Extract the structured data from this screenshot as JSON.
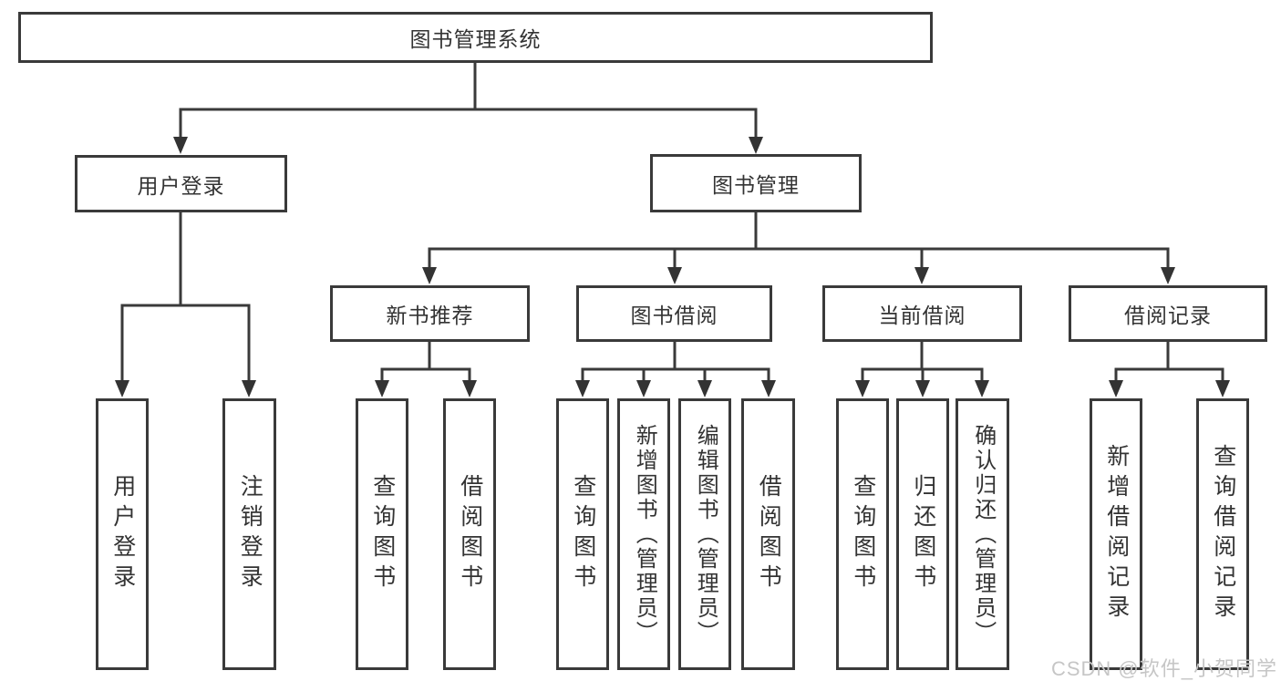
{
  "tree": {
    "label": "图书管理系统",
    "children": [
      {
        "label": "用户登录",
        "children": [
          {
            "label": "用户登录"
          },
          {
            "label": "注销登录"
          }
        ]
      },
      {
        "label": "图书管理",
        "children": [
          {
            "label": "新书推荐",
            "children": [
              {
                "label": "查询图书"
              },
              {
                "label": "借阅图书"
              }
            ]
          },
          {
            "label": "图书借阅",
            "children": [
              {
                "label": "查询图书"
              },
              {
                "label": "新增图书（管理员）"
              },
              {
                "label": "编辑图书（管理员）"
              },
              {
                "label": "借阅图书"
              }
            ]
          },
          {
            "label": "当前借阅",
            "children": [
              {
                "label": "查询图书"
              },
              {
                "label": "归还图书"
              },
              {
                "label": "确认归还（管理员）"
              }
            ]
          },
          {
            "label": "借阅记录",
            "children": [
              {
                "label": "新增借阅记录"
              },
              {
                "label": "查询借阅记录"
              }
            ]
          }
        ]
      }
    ]
  },
  "watermark": "CSDN @软件_小贺同学",
  "colors": {
    "line": "#3a3a3a",
    "box_border": "#3a3a3a",
    "text": "#333333",
    "watermark": "#c6c6c6",
    "background": "#ffffff"
  }
}
